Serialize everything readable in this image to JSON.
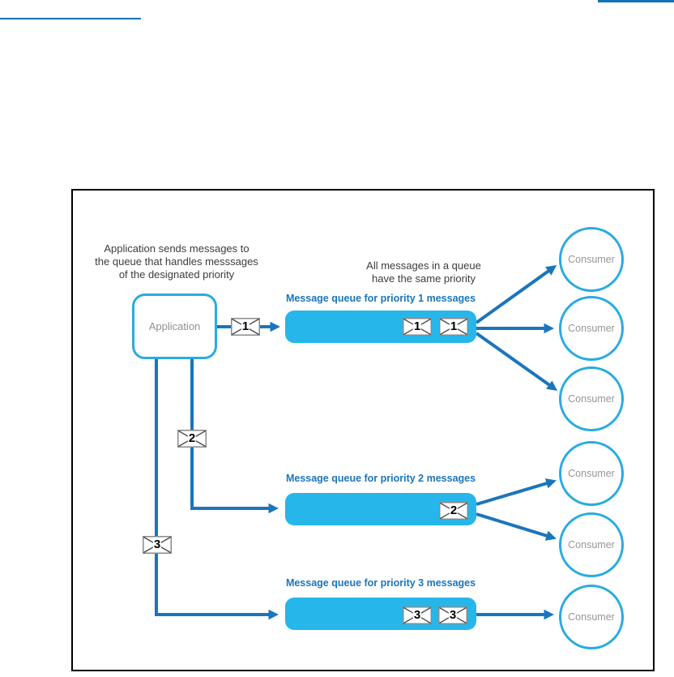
{
  "header": {
    "top_left_rule_color": "#1172BA",
    "top_right_rule_color": "#1172BA"
  },
  "diagram": {
    "annotations": {
      "app_sends": "Application sends messages to\nthe queue that handles messsages\nof the designated priority",
      "same_priority": "All messages in a queue\nhave the same priority"
    },
    "application": {
      "label": "Application"
    },
    "queues": [
      {
        "label": "Message queue for priority 1 messages",
        "envelopes": [
          "1",
          "1"
        ]
      },
      {
        "label": "Message queue for priority 2 messages",
        "envelopes": [
          "2"
        ]
      },
      {
        "label": "Message queue for priority 3 messages",
        "envelopes": [
          "3",
          "3"
        ]
      }
    ],
    "transit_envelopes": [
      "1",
      "2",
      "3"
    ],
    "consumers": [
      {
        "label": "Consumer"
      },
      {
        "label": "Consumer"
      },
      {
        "label": "Consumer"
      },
      {
        "label": "Consumer"
      },
      {
        "label": "Consumer"
      },
      {
        "label": "Consumer"
      }
    ],
    "colors": {
      "queue_fill": "#27B6EA",
      "node_border": "#29ABE2",
      "arrow_blue": "#1B75BC",
      "label_blue": "#1B75BC",
      "frame_border": "#000000"
    }
  }
}
